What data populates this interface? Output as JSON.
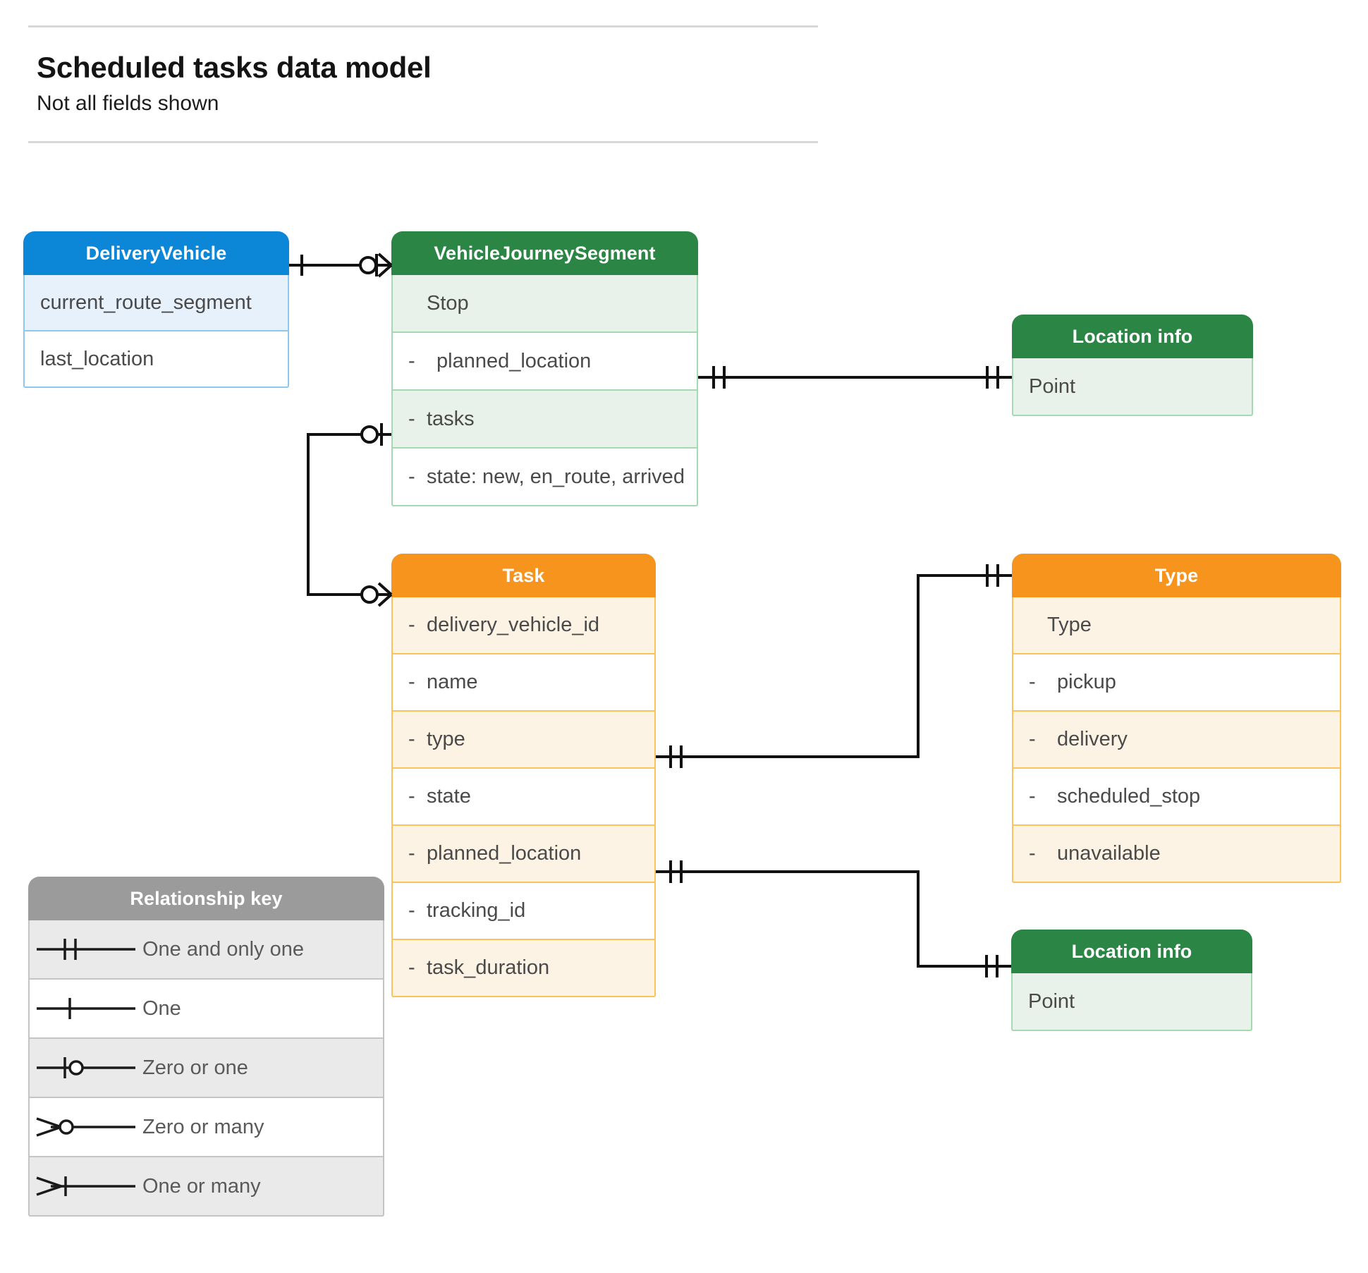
{
  "header": {
    "title": "Scheduled tasks data model",
    "subtitle": "Not all fields shown"
  },
  "entities": {
    "delivery_vehicle": {
      "title": "DeliveryVehicle",
      "color": "#0c86d7",
      "rows": [
        {
          "text": "current_route_segment"
        },
        {
          "text": "last_location"
        }
      ]
    },
    "vehicle_journey_segment": {
      "title": "VehicleJourneySegment",
      "color": "#2b8544",
      "rows": [
        {
          "bullet": "",
          "text": "Stop"
        },
        {
          "bullet": "-",
          "text": "planned_location"
        },
        {
          "bullet": "-",
          "text": "tasks"
        },
        {
          "bullet": "-",
          "text": "state: new, en_route, arrived"
        }
      ]
    },
    "location_info_top": {
      "title": "Location info",
      "color": "#2b8544",
      "rows": [
        {
          "text": "Point"
        }
      ]
    },
    "location_info_bottom": {
      "title": "Location info",
      "color": "#2b8544",
      "rows": [
        {
          "text": "Point"
        }
      ]
    },
    "task": {
      "title": "Task",
      "color": "#f7941e",
      "rows": [
        {
          "bullet": "-",
          "text": "delivery_vehicle_id"
        },
        {
          "bullet": "-",
          "text": "name"
        },
        {
          "bullet": "-",
          "text": "type"
        },
        {
          "bullet": "-",
          "text": "state"
        },
        {
          "bullet": "-",
          "text": "planned_location"
        },
        {
          "bullet": "-",
          "text": "tracking_id"
        },
        {
          "bullet": "-",
          "text": "task_duration"
        }
      ]
    },
    "type": {
      "title": "Type",
      "color": "#f7941e",
      "rows": [
        {
          "bullet": "",
          "text": "Type"
        },
        {
          "bullet": "-",
          "text": "pickup"
        },
        {
          "bullet": "-",
          "text": "delivery"
        },
        {
          "bullet": "-",
          "text": "scheduled_stop"
        },
        {
          "bullet": "-",
          "text": "unavailable"
        }
      ]
    }
  },
  "legend": {
    "title": "Relationship key",
    "color": "#9b9b9b",
    "items": [
      {
        "symbol": "one-and-only-one-icon",
        "label": "One and only one"
      },
      {
        "symbol": "one-icon",
        "label": "One"
      },
      {
        "symbol": "zero-or-one-icon",
        "label": "Zero or one"
      },
      {
        "symbol": "zero-or-many-icon",
        "label": "Zero or many"
      },
      {
        "symbol": "one-or-many-icon",
        "label": "One or many"
      }
    ]
  },
  "relationships": [
    {
      "from": "DeliveryVehicle",
      "to": "VehicleJourneySegment",
      "from_card": "One",
      "to_card": "Zero or many"
    },
    {
      "from": "VehicleJourneySegment.planned_location",
      "to": "Location info",
      "from_card": "One and only one",
      "to_card": "One and only one"
    },
    {
      "from": "VehicleJourneySegment.tasks",
      "to": "Task",
      "from_card": "Zero or one",
      "to_card": "Zero or many"
    },
    {
      "from": "Task.type",
      "to": "Type",
      "from_card": "One and only one",
      "to_card": "One and only one"
    },
    {
      "from": "Task.planned_location",
      "to": "Location info",
      "from_card": "One and only one",
      "to_card": "One and only one"
    }
  ]
}
